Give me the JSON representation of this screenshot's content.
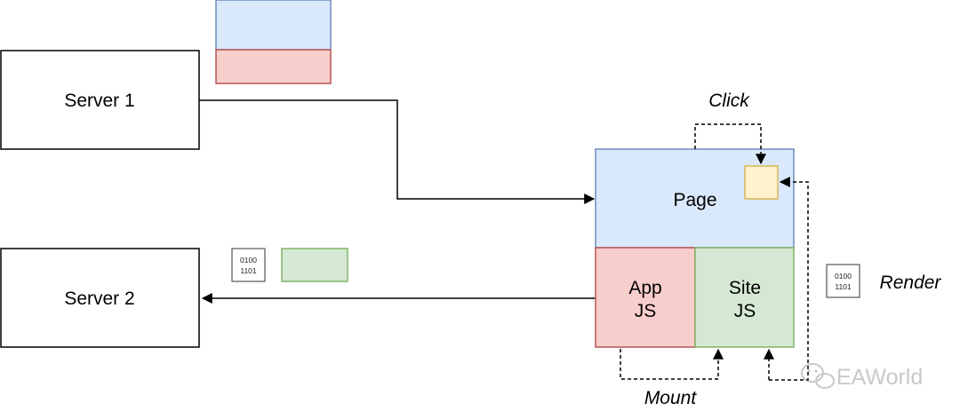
{
  "nodes": {
    "server1": {
      "label": "Server 1"
    },
    "server2": {
      "label": "Server 2"
    },
    "page": {
      "label": "Page"
    },
    "app_js": {
      "line1": "App",
      "line2": "JS"
    },
    "site_js": {
      "line1": "Site",
      "line2": "JS"
    }
  },
  "annotations": {
    "click": "Click",
    "render": "Render",
    "mount": "Mount"
  },
  "binary_icon": {
    "line1": "0100",
    "line2": "1101"
  },
  "watermark": {
    "text": "EAWorld",
    "icon": "wechat-logo-icon"
  },
  "colors": {
    "blue_fill": "#dae8fc",
    "blue_stroke": "#6c8ebf",
    "red_fill": "#f8cecc",
    "red_stroke": "#b85450",
    "green_fill": "#d5e8d4",
    "green_stroke": "#82b366",
    "yellow_fill": "#fff2cc",
    "yellow_stroke": "#d6b656",
    "line": "#000000"
  }
}
